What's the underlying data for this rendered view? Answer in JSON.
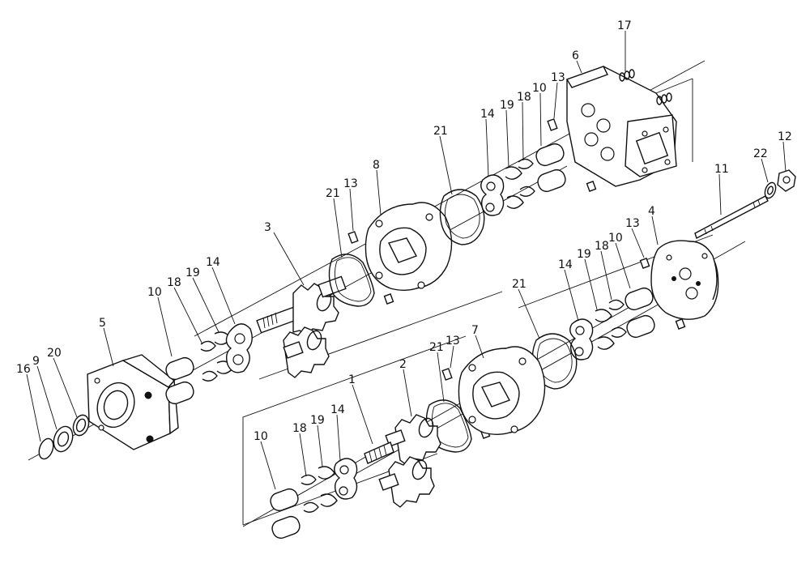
{
  "labels": {
    "1": "1",
    "2": "2",
    "3": "3",
    "4": "4",
    "5": "5",
    "6": "6",
    "7": "7",
    "8": "8",
    "9": "9",
    "10": "10",
    "11": "11",
    "12": "12",
    "13": "13",
    "14": "14",
    "16": "16",
    "17": "17",
    "18": "18",
    "19": "19",
    "20": "20",
    "21": "21",
    "22": "22"
  }
}
